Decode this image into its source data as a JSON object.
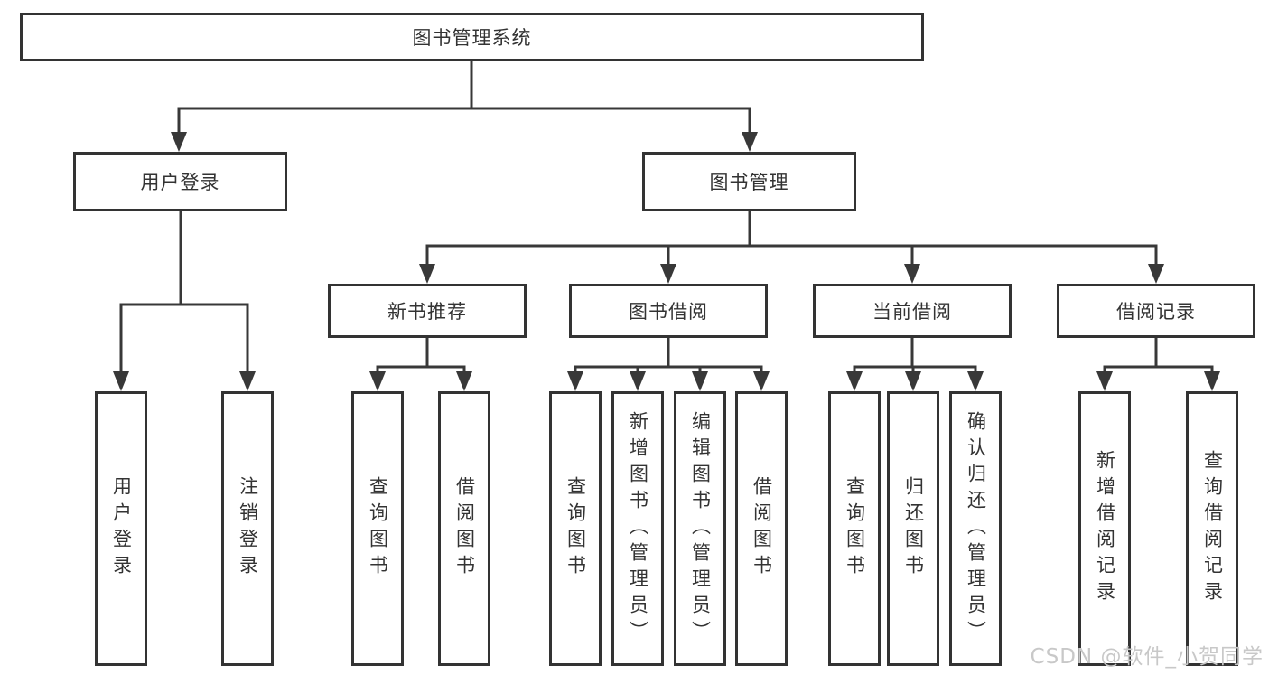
{
  "diagram": {
    "type": "hierarchy-tree",
    "tree": {
      "label": "图书管理系统",
      "children": [
        {
          "label": "用户登录",
          "children": [
            {
              "label": "用户登录"
            },
            {
              "label": "注销登录"
            }
          ]
        },
        {
          "label": "图书管理",
          "children": [
            {
              "label": "新书推荐",
              "children": [
                {
                  "label": "查询图书"
                },
                {
                  "label": "借阅图书"
                }
              ]
            },
            {
              "label": "图书借阅",
              "children": [
                {
                  "label": "查询图书"
                },
                {
                  "label": "新增图书（管理员）"
                },
                {
                  "label": "编辑图书（管理员）"
                },
                {
                  "label": "借阅图书"
                }
              ]
            },
            {
              "label": "当前借阅",
              "children": [
                {
                  "label": "查询图书"
                },
                {
                  "label": "归还图书"
                },
                {
                  "label": "确认归还（管理员）"
                }
              ]
            },
            {
              "label": "借阅记录",
              "children": [
                {
                  "label": "新增借阅记录"
                },
                {
                  "label": "查询借阅记录"
                }
              ]
            }
          ]
        }
      ]
    }
  },
  "colors": {
    "line": "#383838",
    "box_border": "#333333",
    "box_fill": "#ffffff",
    "text": "#333333",
    "watermark": "#c8c8c8",
    "background": "#ffffff"
  },
  "watermark": {
    "text": "CSDN @软件_小贺同学"
  }
}
